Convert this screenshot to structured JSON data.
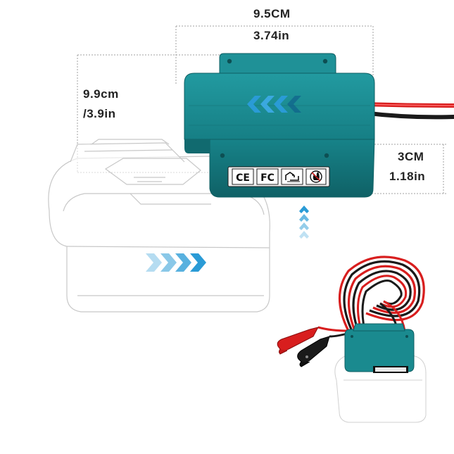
{
  "dimensions": {
    "width_cm": "9.5CM",
    "width_in": "3.74in",
    "height_cm": "9.9cm",
    "height_in": "/3.9in",
    "depth_cm": "3CM",
    "depth_in": "1.18in"
  },
  "certifications": {
    "ce": "CE",
    "fcc": "FC"
  },
  "colors": {
    "adapter_teal": "#1a8a8f",
    "adapter_dark": "#136b70",
    "arrow_blue": "#2a9bd6",
    "wire_red": "#d81e1e",
    "wire_black": "#1a1a1a",
    "dimension_line": "#a0a0a0"
  },
  "icons": [
    "ce-mark-icon",
    "fcc-mark-icon",
    "recycle-icon",
    "fire-warning-icon",
    "chevron-left-arrows-icon",
    "chevron-right-arrows-icon",
    "chevron-up-arrows-icon"
  ]
}
